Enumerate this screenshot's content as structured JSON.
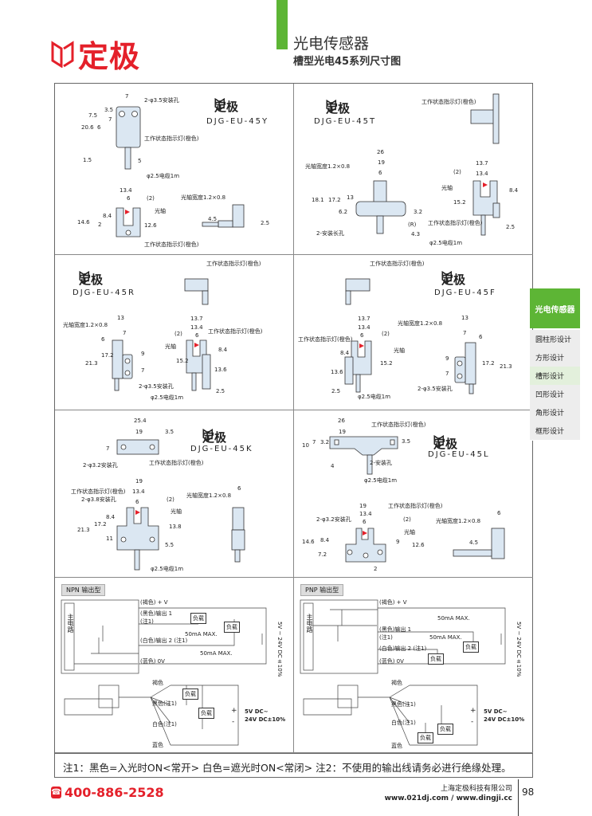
{
  "header": {
    "brand": "定极",
    "category": "光电传感器",
    "subtitle": "槽型光电45系列尺寸图"
  },
  "colors": {
    "brand": "#e4202a",
    "accent": "#5db535",
    "part_fill": "#dbe7f2"
  },
  "common": {
    "indicator": "工作状态指示灯(橙色)",
    "cable": "φ2.5电缆1m",
    "axis": "光轴",
    "axis_width": "光轴宽度1.2×0.8",
    "hole35": "2-φ3.5安装孔",
    "hole32": "2-φ3.2安装孔",
    "hole38": "2-φ3.8安装孔",
    "mount": "2-安装孔",
    "slot": "2-安装长孔",
    "r": "(R)",
    "p2": "(2)"
  },
  "panels": {
    "y": {
      "model": "DJG-EU-45Y",
      "dims": [
        "7",
        "3.5",
        "7.5",
        "7",
        "20.6",
        "6",
        "1.5",
        "5",
        "13.4",
        "6",
        "14.6",
        "8.4",
        "2",
        "12.6",
        "4.5",
        "2.5"
      ]
    },
    "t": {
      "model": "DJG-EU-45T",
      "dims": [
        "26",
        "19",
        "6",
        "18.1",
        "17.2",
        "13",
        "6.2",
        "3.2",
        "4.3",
        "13.7",
        "13.4",
        "15.2",
        "8.4",
        "2.5"
      ]
    },
    "r": {
      "model": "DJG-EU-45R",
      "dims": [
        "13",
        "7",
        "6",
        "21.3",
        "17.2",
        "9",
        "7",
        "13.7",
        "13.4",
        "6",
        "8.4",
        "15.2",
        "13.6",
        "2.5"
      ]
    },
    "f": {
      "model": "DJG-EU-45F",
      "dims": [
        "13.7",
        "13.4",
        "6",
        "8.4",
        "15.2",
        "13.6",
        "2.5",
        "13",
        "7",
        "6",
        "9",
        "7",
        "17.2",
        "21.3"
      ]
    },
    "k": {
      "model": "DJG-EU-45K",
      "dims": [
        "25.4",
        "19",
        "3.5",
        "7",
        "19",
        "13.4",
        "6",
        "8.4",
        "21.3",
        "17.2",
        "13.8",
        "11",
        "5.5",
        "6"
      ]
    },
    "l": {
      "model": "DJG-EU-45L",
      "dims": [
        "26",
        "19",
        "3.2",
        "7",
        "10",
        "3.5",
        "4",
        "19",
        "13.4",
        "6",
        "6",
        "14.6",
        "8.4",
        "9",
        "12.6",
        "7.2",
        "4.5",
        "2"
      ]
    }
  },
  "wiring": {
    "npn_title": "NPN 输出型",
    "pnp_title": "PNP 输出型",
    "main_circuit": "主电路",
    "brown_v": "(褐色) + V",
    "black_out1": "(黑色)输出 1",
    "note1": "(注1)",
    "white_out2": "(白色)输出 2 (注1)",
    "blue_0v": "(蓝色) 0V",
    "load": "负载",
    "max": "50mA MAX.",
    "supply_v": "5V ~ 24V DC±10%",
    "brown": "褐色",
    "black": "黑色(注1)",
    "white": "白色(注1)",
    "blue": "蓝色",
    "plus": "+",
    "minus": "-",
    "dc1": "5V DC~",
    "dc2": "24V DC±10%"
  },
  "note": "注1：黑色=入光时ON<常开>  白色=遮光时ON<常闭>  注2：不使用的输出线请务必进行绝缘处理。",
  "sidebar": {
    "title": "光电传感器",
    "items": [
      "圆柱形设计",
      "方形设计",
      "槽形设计",
      "凹形设计",
      "角形设计",
      "框形设计"
    ],
    "active": 2
  },
  "footer": {
    "phone": "400-886-2528",
    "company": "上海定极科技有限公司",
    "site": "www.021dj.com / www.dingji.cc",
    "page": "98"
  }
}
